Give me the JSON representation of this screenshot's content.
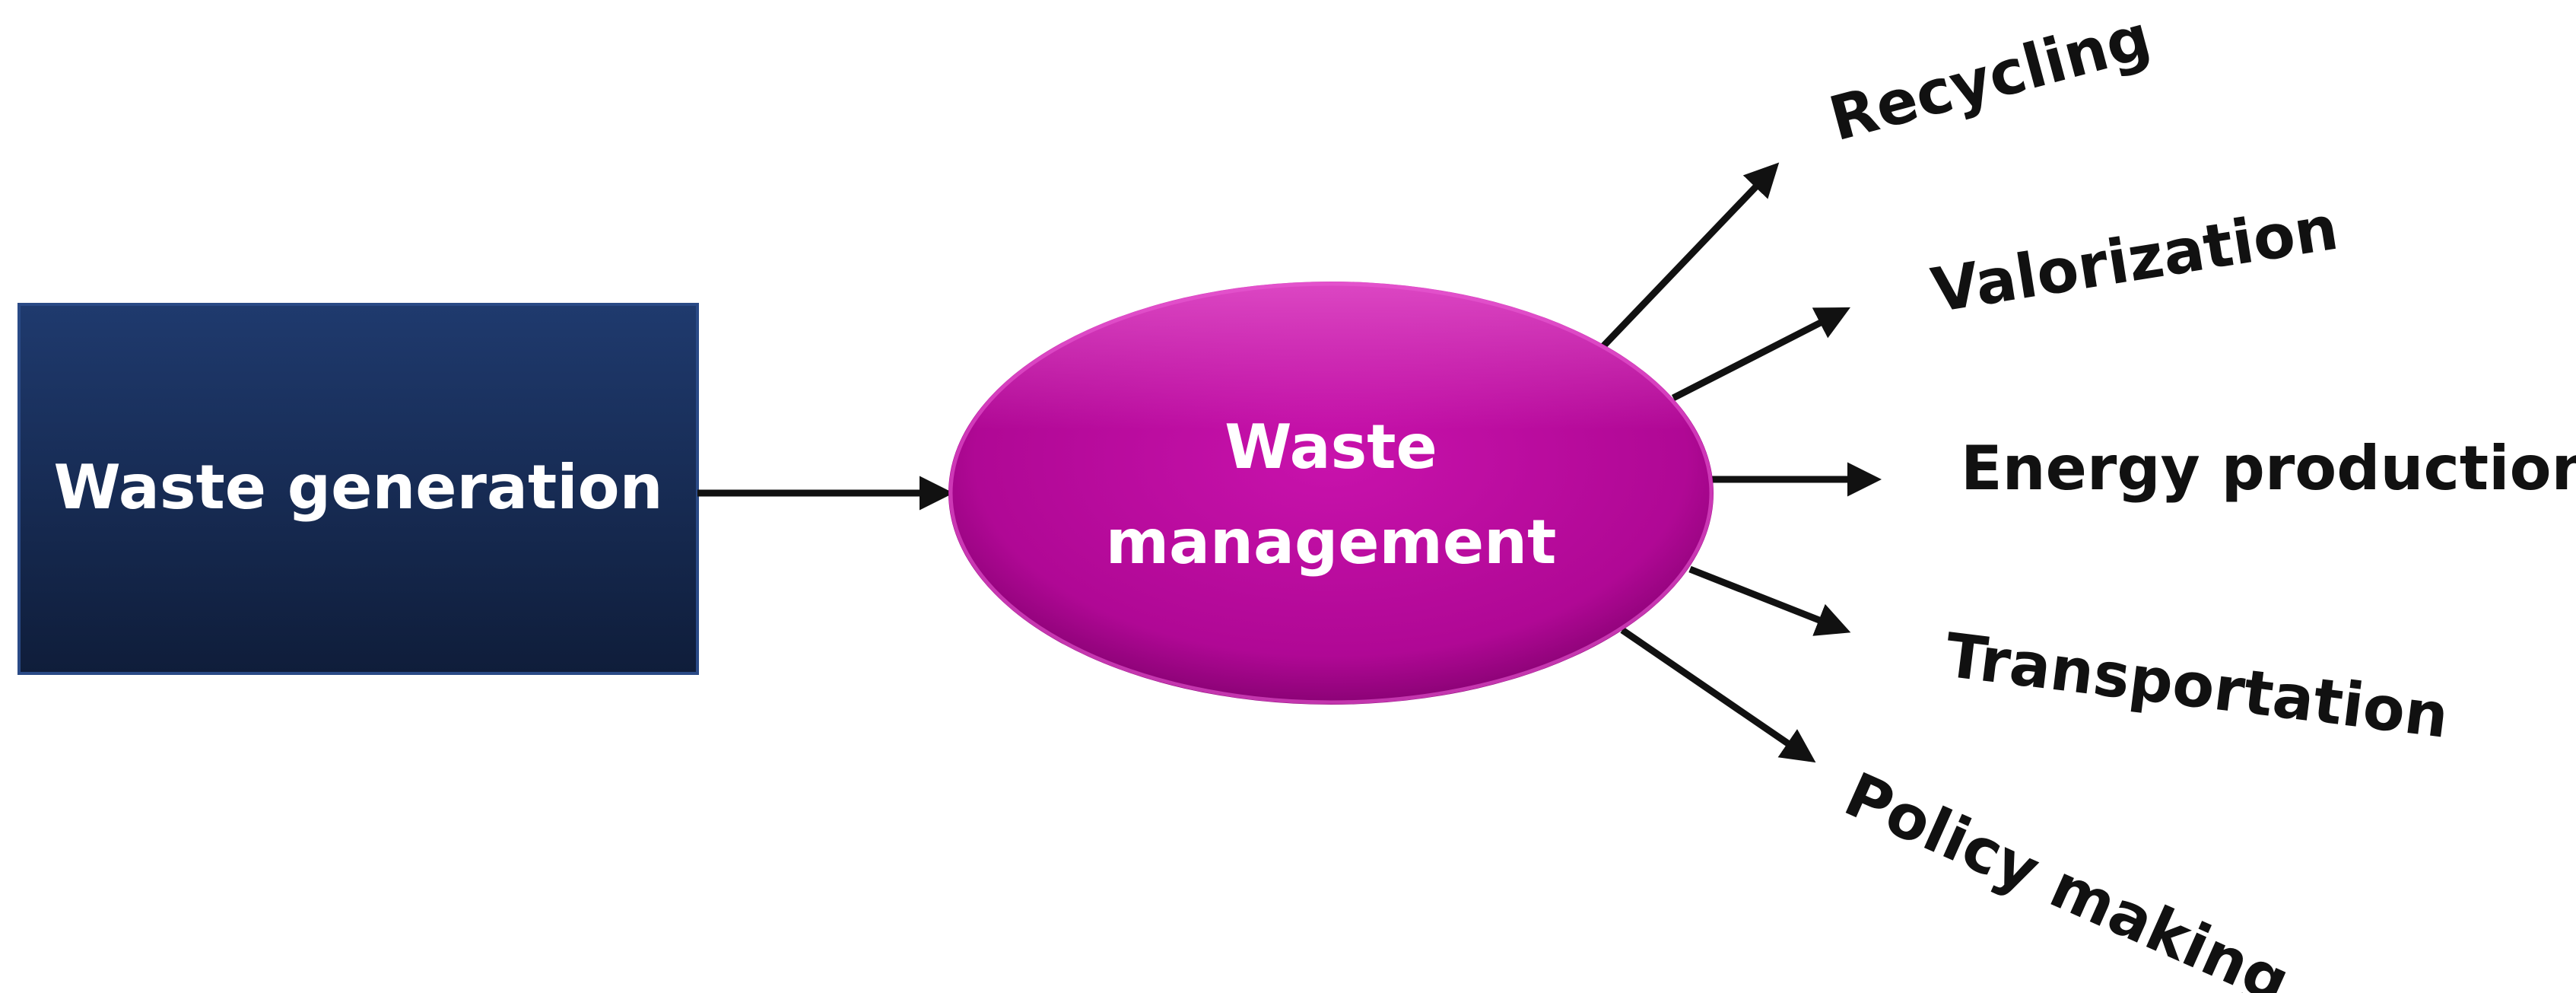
{
  "colors": {
    "source_box_top": "#1f3a6e",
    "source_box_bottom": "#0f1d3a",
    "hub_light": "#f04fd8",
    "hub_mid": "#c20fa5",
    "hub_dark": "#8a0074",
    "label_text": "#111111",
    "node_text": "#ffffff",
    "arrow": "#111111"
  },
  "source": {
    "label": "Waste generation"
  },
  "hub": {
    "line1": "Waste",
    "line2": "management"
  },
  "outputs": [
    {
      "id": "recycling",
      "label": "Recycling"
    },
    {
      "id": "valorization",
      "label": "Valorization"
    },
    {
      "id": "energy-production",
      "label": "Energy production"
    },
    {
      "id": "transportation",
      "label": "Transportation"
    },
    {
      "id": "policy-making",
      "label": "Policy making"
    }
  ]
}
